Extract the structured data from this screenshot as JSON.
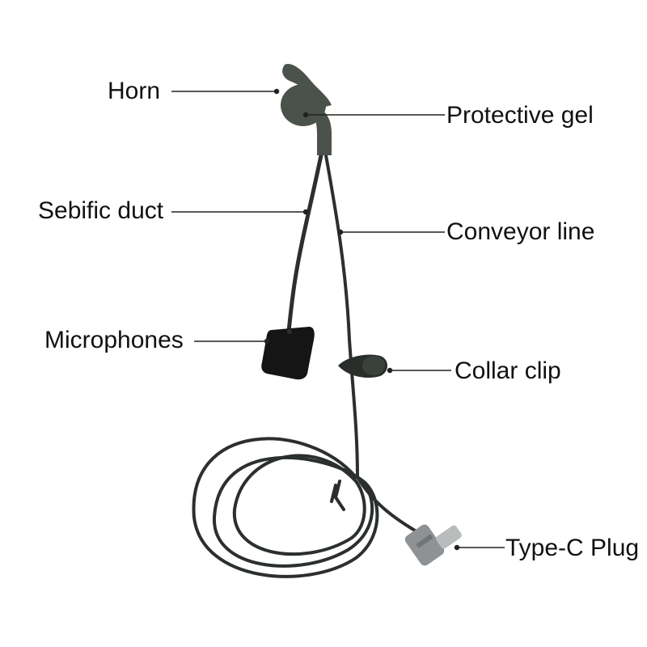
{
  "labels": {
    "horn": "Horn",
    "protective_gel": "Protective gel",
    "sebific_duct": "Sebific duct",
    "conveyor_line": "Conveyor line",
    "microphones": "Microphones",
    "collar_clip": "Collar clip",
    "type_c_plug": "Type-C Plug"
  },
  "colors": {
    "cable": "#2b302c",
    "earpiece": "#4a524b",
    "foam": "#151515",
    "plug": "#8e9294",
    "leader": "#222222",
    "text": "#111111",
    "background": "#ffffff"
  }
}
